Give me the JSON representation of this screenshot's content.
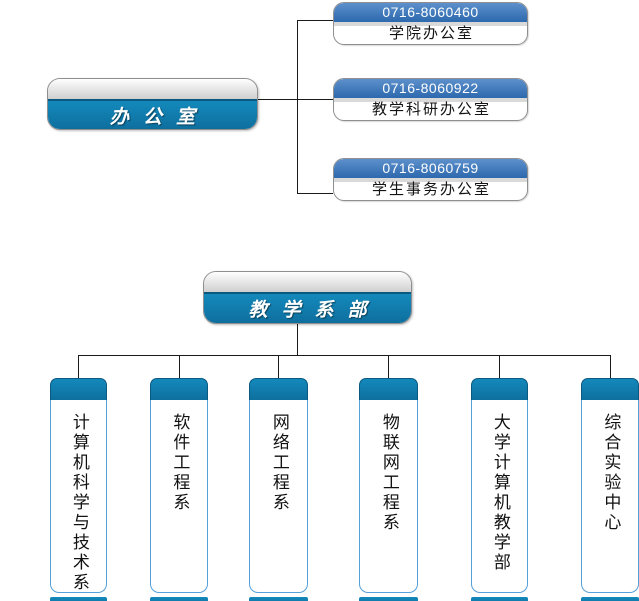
{
  "colors": {
    "teal_light": "#1489bc",
    "teal_dark": "#0e6f9e",
    "teal_edge": "#0a5a80",
    "bar_blue_top": "#5d90cc",
    "bar_blue_bottom": "#2c69ad",
    "border_gray": "#8f8f8f",
    "border_light_blue": "#55a0d9",
    "strip_gray": "#d9d9d9",
    "line_color": "#1a1a1a"
  },
  "office_section": {
    "root_label": "办公室",
    "children": [
      {
        "phone": "0716-8060460",
        "label": "学院办公室"
      },
      {
        "phone": "0716-8060922",
        "label": "教学科研办公室"
      },
      {
        "phone": "0716-8060759",
        "label": "学生事务办公室"
      }
    ]
  },
  "departments_section": {
    "root_label": "教学系部",
    "children": [
      {
        "label": "计算机科学与技术系"
      },
      {
        "label": "软件工程系"
      },
      {
        "label": "网络工程系"
      },
      {
        "label": "物联网工程系"
      },
      {
        "label": "大学计算机教学部"
      },
      {
        "label": "综合实验中心"
      }
    ]
  }
}
